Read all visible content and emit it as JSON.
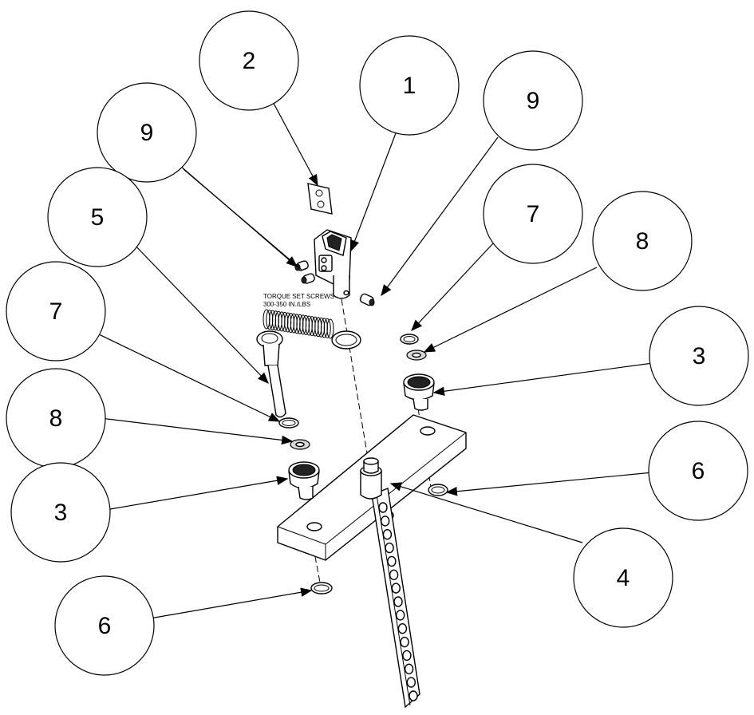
{
  "callouts": [
    {
      "id": "c1",
      "label": "1"
    },
    {
      "id": "c2",
      "label": "2"
    },
    {
      "id": "c9a",
      "label": "9"
    },
    {
      "id": "c9b",
      "label": "9"
    },
    {
      "id": "c5",
      "label": "5"
    },
    {
      "id": "c7a",
      "label": "7"
    },
    {
      "id": "c7b",
      "label": "7"
    },
    {
      "id": "c8a",
      "label": "8"
    },
    {
      "id": "c8b",
      "label": "8"
    },
    {
      "id": "c3a",
      "label": "3"
    },
    {
      "id": "c3b",
      "label": "3"
    },
    {
      "id": "c6a",
      "label": "6"
    },
    {
      "id": "c6b",
      "label": "6"
    },
    {
      "id": "c4",
      "label": "4"
    }
  ],
  "note": {
    "line1": "TORQUE SET SCREWS",
    "line2": "300-350 IN./LBS"
  }
}
